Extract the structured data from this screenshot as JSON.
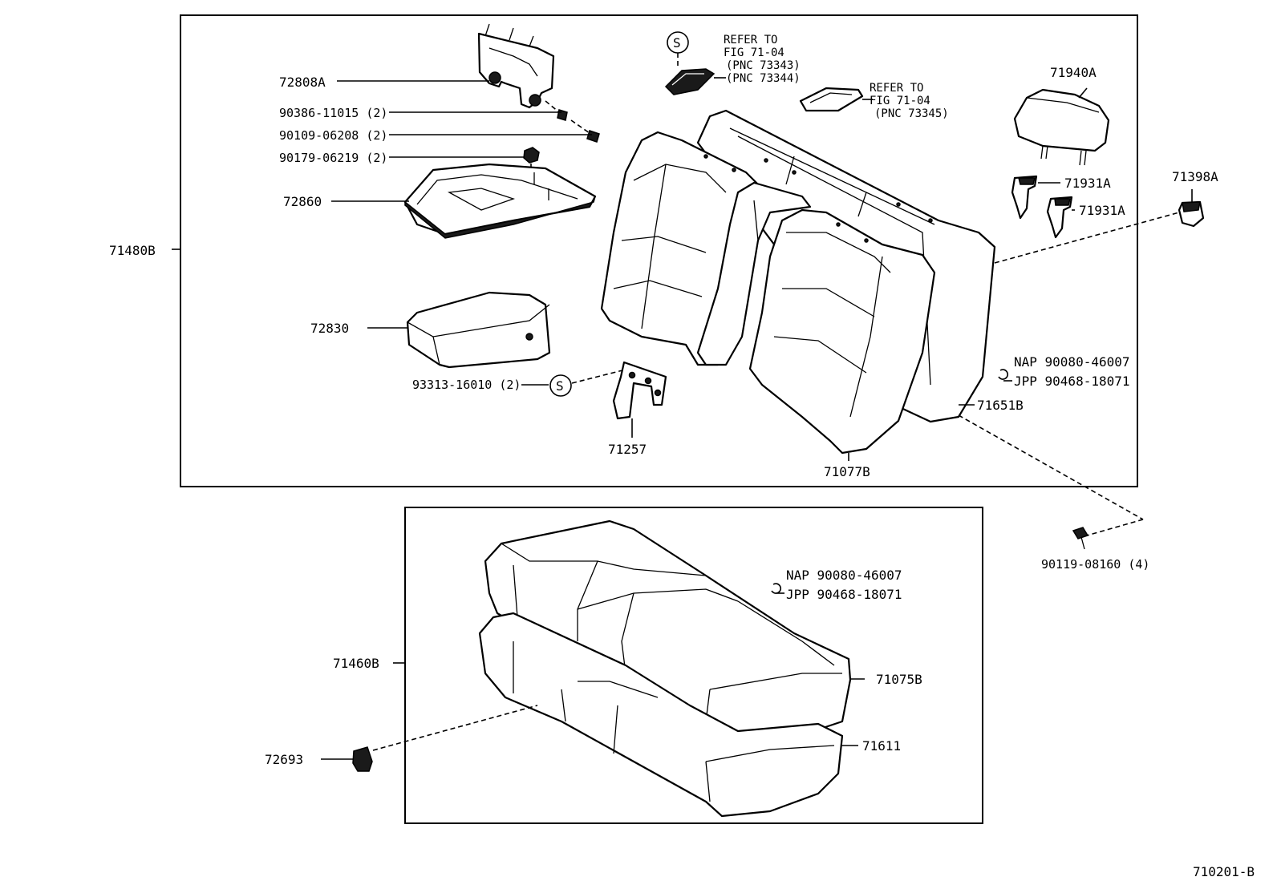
{
  "diagram": {
    "figure_code": "710201-B",
    "groups": {
      "upper": "71480B",
      "lower": "71460B"
    },
    "labels": {
      "p72808A": "72808A",
      "p90386": "90386-11015 (2)",
      "p90109": "90109-06208 (2)",
      "p90179": "90179-06219 (2)",
      "p72860": "72860",
      "p72830": "72830",
      "p93313": "93313-16010 (2)",
      "p71257": "71257",
      "p71077B": "71077B",
      "p71651B": "71651B",
      "p71940A": "71940A",
      "p71931A_1": "71931A",
      "p71931A_2": "71931A",
      "p71398A": "71398A",
      "p90119": "90119-08160 (4)",
      "p71075B": "71075B",
      "p71611": "71611",
      "p72693": "72693",
      "nap_upper": "NAP 90080-46007",
      "jpp_upper": "JPP 90468-18071",
      "nap_lower": "NAP 90080-46007",
      "jpp_lower": "JPP 90468-18071"
    },
    "refer_1": {
      "line1": "REFER TO",
      "line2": "FIG 71-04",
      "line3": "(PNC 73343)",
      "line4": "(PNC 73344)"
    },
    "refer_2": {
      "line1": "REFER TO",
      "line2": "FIG 71-04",
      "line3": "(PNC 73345)"
    },
    "s_marker": "S"
  }
}
